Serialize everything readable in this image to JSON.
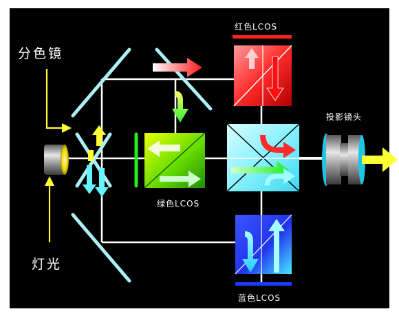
{
  "labels": {
    "dichroic_mirror": "分色镜",
    "lamp": "灯光",
    "red_lcos": "红色LCOS",
    "green_lcos": "绿色LCOS",
    "blue_lcos": "蓝色LCOS",
    "projection_lens": "投影镜头"
  },
  "colors": {
    "background": "#000000",
    "frame": "#ffffff",
    "mirror": "#aeeef5",
    "light_path": "#ffffff",
    "pointer_arrow": "#ffff33",
    "red": "#ff2020",
    "green": "#22ee22",
    "blue": "#1a3cff",
    "cyan": "#66f5ff"
  },
  "icons": [
    "lamp-icon",
    "projection-lens-icon",
    "mirror-icon",
    "prism-icon",
    "arrow-icon"
  ]
}
